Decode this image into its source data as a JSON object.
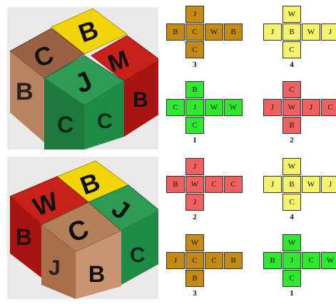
{
  "colors": {
    "bronze": "#c48a12",
    "yellow": "#f4f36b",
    "green": "#2fe82f",
    "red": "#f06060"
  },
  "nets": [
    {
      "id": "net-top-left-1",
      "color": "bronze",
      "label": "3",
      "cells": {
        "top": "J",
        "left": "B",
        "center": "C",
        "right": "W",
        "far": "B",
        "bottom": "C"
      }
    },
    {
      "id": "net-top-right-1",
      "color": "yellow",
      "label": "4",
      "cells": {
        "top": "W",
        "left": "J",
        "center": "B",
        "right": "W",
        "far": "J",
        "bottom": "C"
      }
    },
    {
      "id": "net-top-left-2",
      "color": "green",
      "label": "1",
      "cells": {
        "top": "B",
        "left": "C",
        "center": "J",
        "right": "W",
        "far": "W",
        "bottom": "C"
      }
    },
    {
      "id": "net-top-right-2",
      "color": "red",
      "label": "2",
      "cells": {
        "top": "C",
        "left": "J",
        "center": "W",
        "right": "J",
        "far": "C",
        "bottom": "B"
      }
    },
    {
      "id": "net-bottom-left-1",
      "color": "red",
      "label": "2",
      "cells": {
        "top": "J",
        "left": "B",
        "center": "W",
        "right": "C",
        "far": "C",
        "bottom": "J"
      }
    },
    {
      "id": "net-bottom-right-1",
      "color": "yellow",
      "label": "4",
      "cells": {
        "top": "W",
        "left": "J",
        "center": "B",
        "right": "W",
        "far": "J",
        "bottom": "C"
      }
    },
    {
      "id": "net-bottom-left-2",
      "color": "bronze",
      "label": "3",
      "cells": {
        "top": "W",
        "left": "J",
        "center": "C",
        "right": "C",
        "far": "B",
        "bottom": "B"
      }
    },
    {
      "id": "net-bottom-right-2",
      "color": "green",
      "label": "1",
      "cells": {
        "top": "W",
        "left": "B",
        "center": "J",
        "right": "C",
        "far": "W",
        "bottom": "C"
      }
    }
  ],
  "photos": {
    "top": {
      "yellow_top": "B",
      "red_top": "M",
      "bronze_top": "C",
      "green_top": "J",
      "green_front": "C",
      "bronze_side": "B",
      "red_side": "B"
    },
    "bottom": {
      "yellow_top": "B",
      "red_top": "W",
      "bronze_top": "C",
      "green_top": "J",
      "bronze_front": "B",
      "red_side": "B",
      "green_front": "C",
      "bronze_side": "J"
    }
  }
}
